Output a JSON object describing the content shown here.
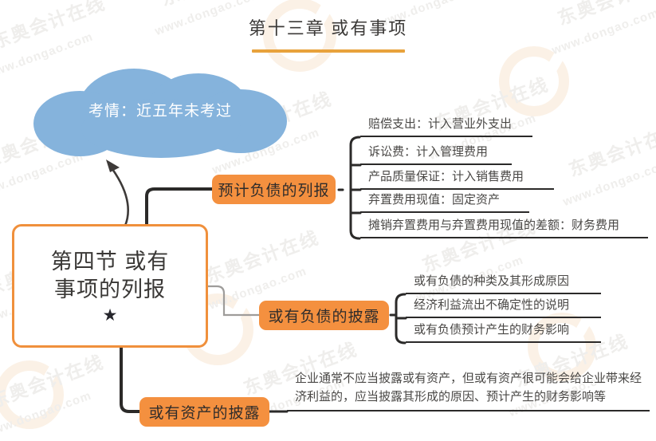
{
  "page": {
    "title": "第十三章  或有事项",
    "background_color": "#ffffff",
    "accent_color": "#f4903f",
    "rule_color": "#e8a23c",
    "cloud_color": "#85b3dc",
    "line_color": "#2b2a29"
  },
  "watermark": {
    "brand_cn": "东奥会计在线",
    "brand_url": "www.dongao.com",
    "logo_name": "dongao-ring-logo"
  },
  "cloud": {
    "label": "考情：近五年未考过"
  },
  "root": {
    "line1": "第四节 或有",
    "line2": "事项的列报",
    "star": "★"
  },
  "branches": [
    {
      "label": "预计负债的列报",
      "leaves": [
        "赔偿支出：计入营业外支出",
        "诉讼费：计入管理费用",
        "产品质量保证：计入销售费用",
        "弃置费用现值：固定资产",
        "摊销弃置费用与弃置费用现值的差额：财务费用"
      ]
    },
    {
      "label": "或有负债的披露",
      "leaves": [
        "或有负债的种类及其形成原因",
        "经济利益流出不确定性的说明",
        "或有负债预计产生的财务影响"
      ]
    },
    {
      "label": "或有资产的披露",
      "leaves": [
        "企业通常不应当披露或有资产，但或有资产很可能会给企业带来经济利益的，应当披露其形成的原因、预计产生的财务影响等"
      ]
    }
  ]
}
